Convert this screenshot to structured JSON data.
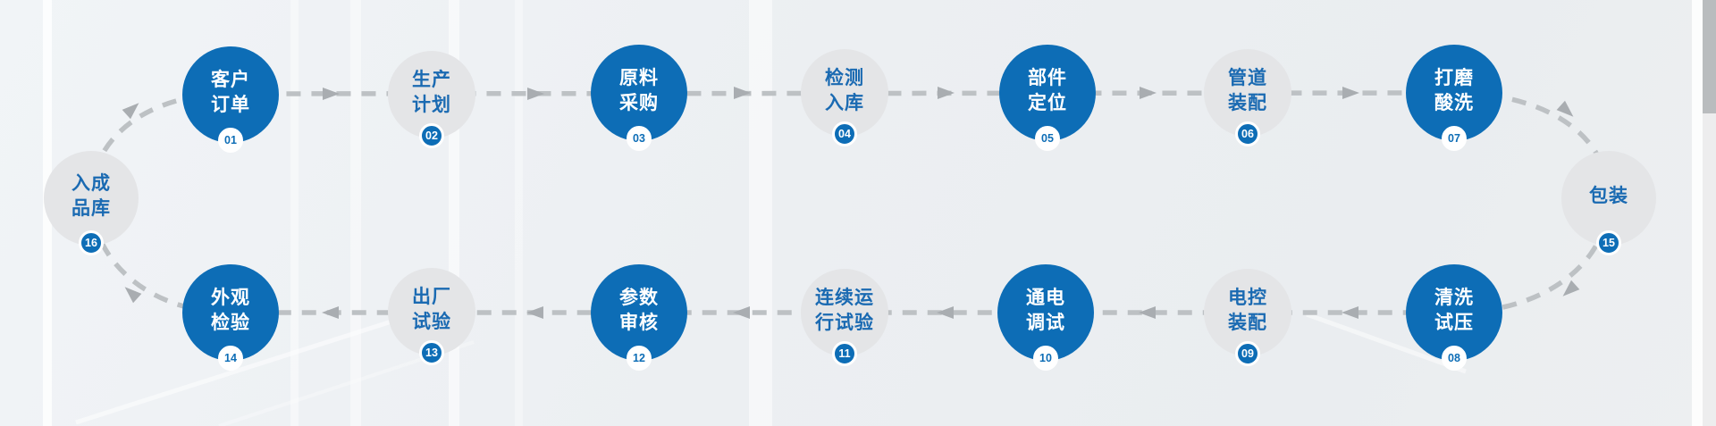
{
  "colors": {
    "node_blue": "#0d6db6",
    "node_gray": "#e4e5e7",
    "label_on_gray": "#1a6ab2",
    "label_on_blue": "#ffffff",
    "arrow_dash": "#bdc1c4",
    "arrow_head": "#a9adb1"
  },
  "process_flow": {
    "nodes": [
      {
        "number": "01",
        "lines": [
          "客户",
          "订单"
        ],
        "variant": "blue"
      },
      {
        "number": "02",
        "lines": [
          "生产",
          "计划"
        ],
        "variant": "gray"
      },
      {
        "number": "03",
        "lines": [
          "原料",
          "采购"
        ],
        "variant": "blue"
      },
      {
        "number": "04",
        "lines": [
          "检测",
          "入库"
        ],
        "variant": "gray"
      },
      {
        "number": "05",
        "lines": [
          "部件",
          "定位"
        ],
        "variant": "blue"
      },
      {
        "number": "06",
        "lines": [
          "管道",
          "装配"
        ],
        "variant": "gray"
      },
      {
        "number": "07",
        "lines": [
          "打磨",
          "酸洗"
        ],
        "variant": "blue"
      },
      {
        "number": "15",
        "lines": [
          "包装"
        ],
        "variant": "gray"
      },
      {
        "number": "08",
        "lines": [
          "清洗",
          "试压"
        ],
        "variant": "blue"
      },
      {
        "number": "09",
        "lines": [
          "电控",
          "装配"
        ],
        "variant": "gray"
      },
      {
        "number": "10",
        "lines": [
          "通电",
          "调试"
        ],
        "variant": "blue"
      },
      {
        "number": "11",
        "lines": [
          "连续运",
          "行试验"
        ],
        "variant": "gray"
      },
      {
        "number": "12",
        "lines": [
          "参数",
          "审核"
        ],
        "variant": "blue"
      },
      {
        "number": "13",
        "lines": [
          "出厂",
          "试验"
        ],
        "variant": "gray"
      },
      {
        "number": "14",
        "lines": [
          "外观",
          "检验"
        ],
        "variant": "blue"
      },
      {
        "number": "16",
        "lines": [
          "入成",
          "品库"
        ],
        "variant": "gray"
      }
    ]
  }
}
